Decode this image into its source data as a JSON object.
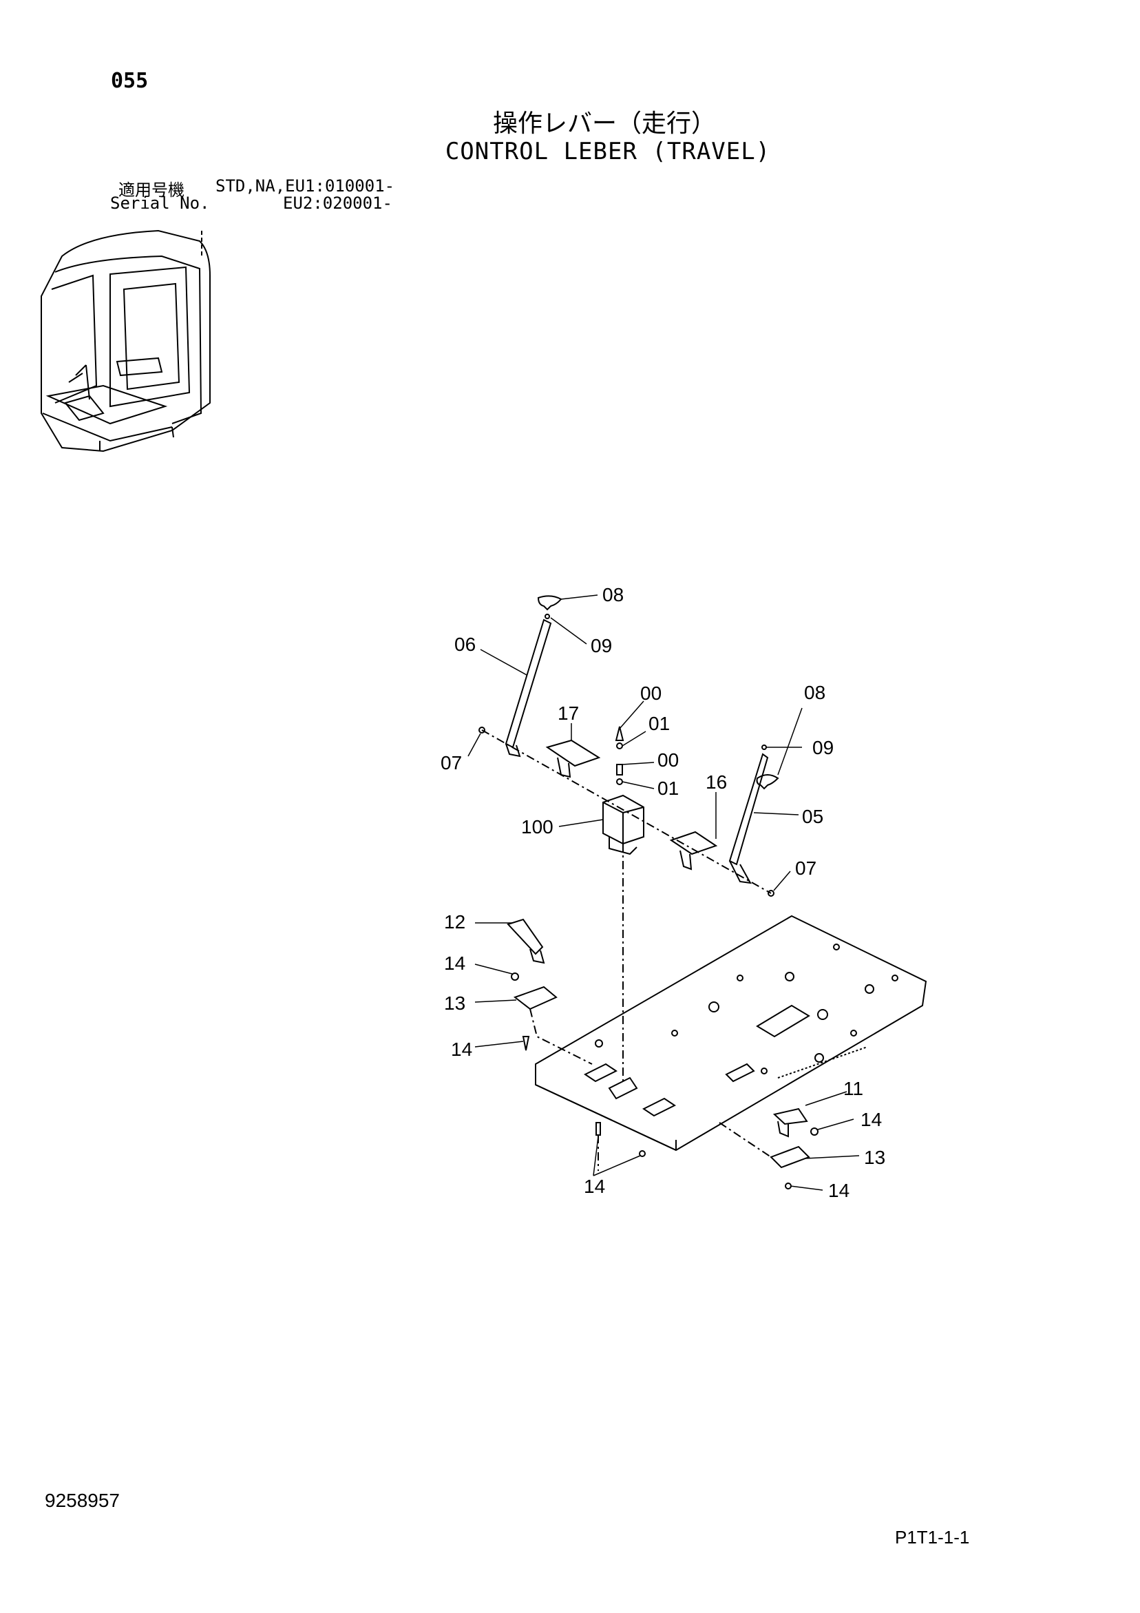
{
  "header": {
    "page_number": "055",
    "title_jp": "操作レバー（走行）",
    "title_en": "CONTROL LEBER (TRAVEL)",
    "serial_label_jp": "適用号機",
    "serial_label_en": "Serial No.",
    "serial_value_1": "STD,NA,EU1:010001-",
    "serial_value_2": "EU2:020001-"
  },
  "callouts": {
    "c08a": "08",
    "c09a": "09",
    "c06": "06",
    "c00a": "00",
    "c17": "17",
    "c01a": "01",
    "c07a": "07",
    "c00b": "00",
    "c01b": "01",
    "c08b": "08",
    "c09b": "09",
    "c16": "16",
    "c100": "100",
    "c05": "05",
    "c07b": "07",
    "c12": "12",
    "c14a": "14",
    "c13a": "13",
    "c14b": "14",
    "c11": "11",
    "c14c": "14",
    "c13b": "13",
    "c14d": "14",
    "c14e": "14"
  },
  "footer": {
    "doc_number": "9258957",
    "page_ref": "P1T1-1-1"
  }
}
